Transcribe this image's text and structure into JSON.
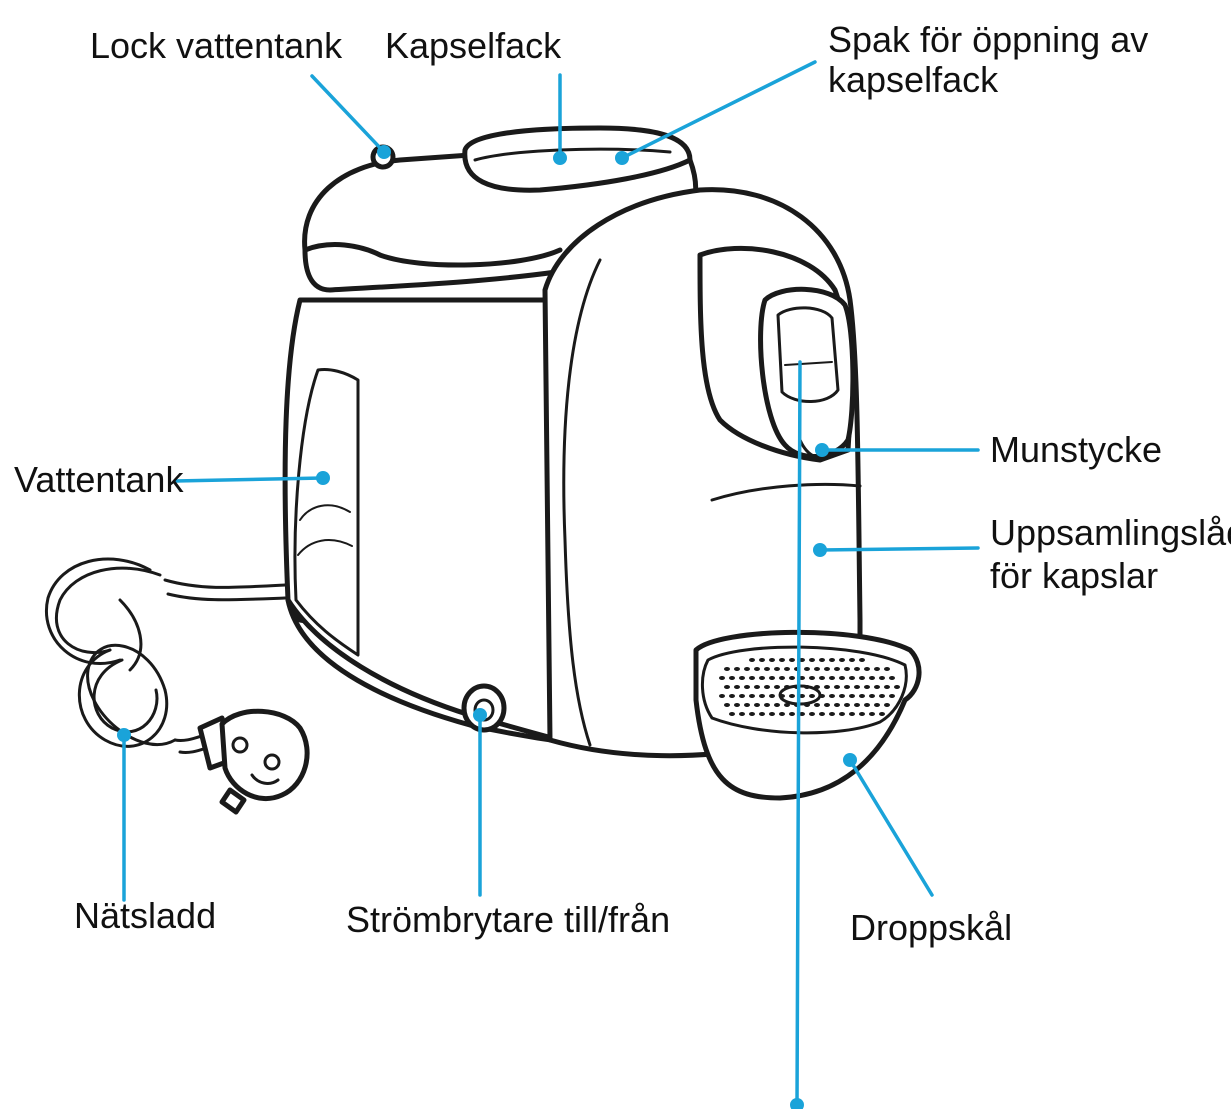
{
  "colors": {
    "accent": "#1aa3d9",
    "ink": "#1a1a1a"
  },
  "labels": {
    "lock_vattentank": "Lock vattentank",
    "kapselfack": "Kapselfack",
    "spak_line1": "Spak för öppning av",
    "spak_line2": "kapselfack",
    "vattentank": "Vattentank",
    "munstycke": "Munstycke",
    "uppsamling_line1": "Uppsamlingslåda",
    "uppsamling_line2": "för kapslar",
    "natsladd": "Nätsladd",
    "strombrytare": "Strömbrytare till/från",
    "droppskal": "Droppskål"
  }
}
